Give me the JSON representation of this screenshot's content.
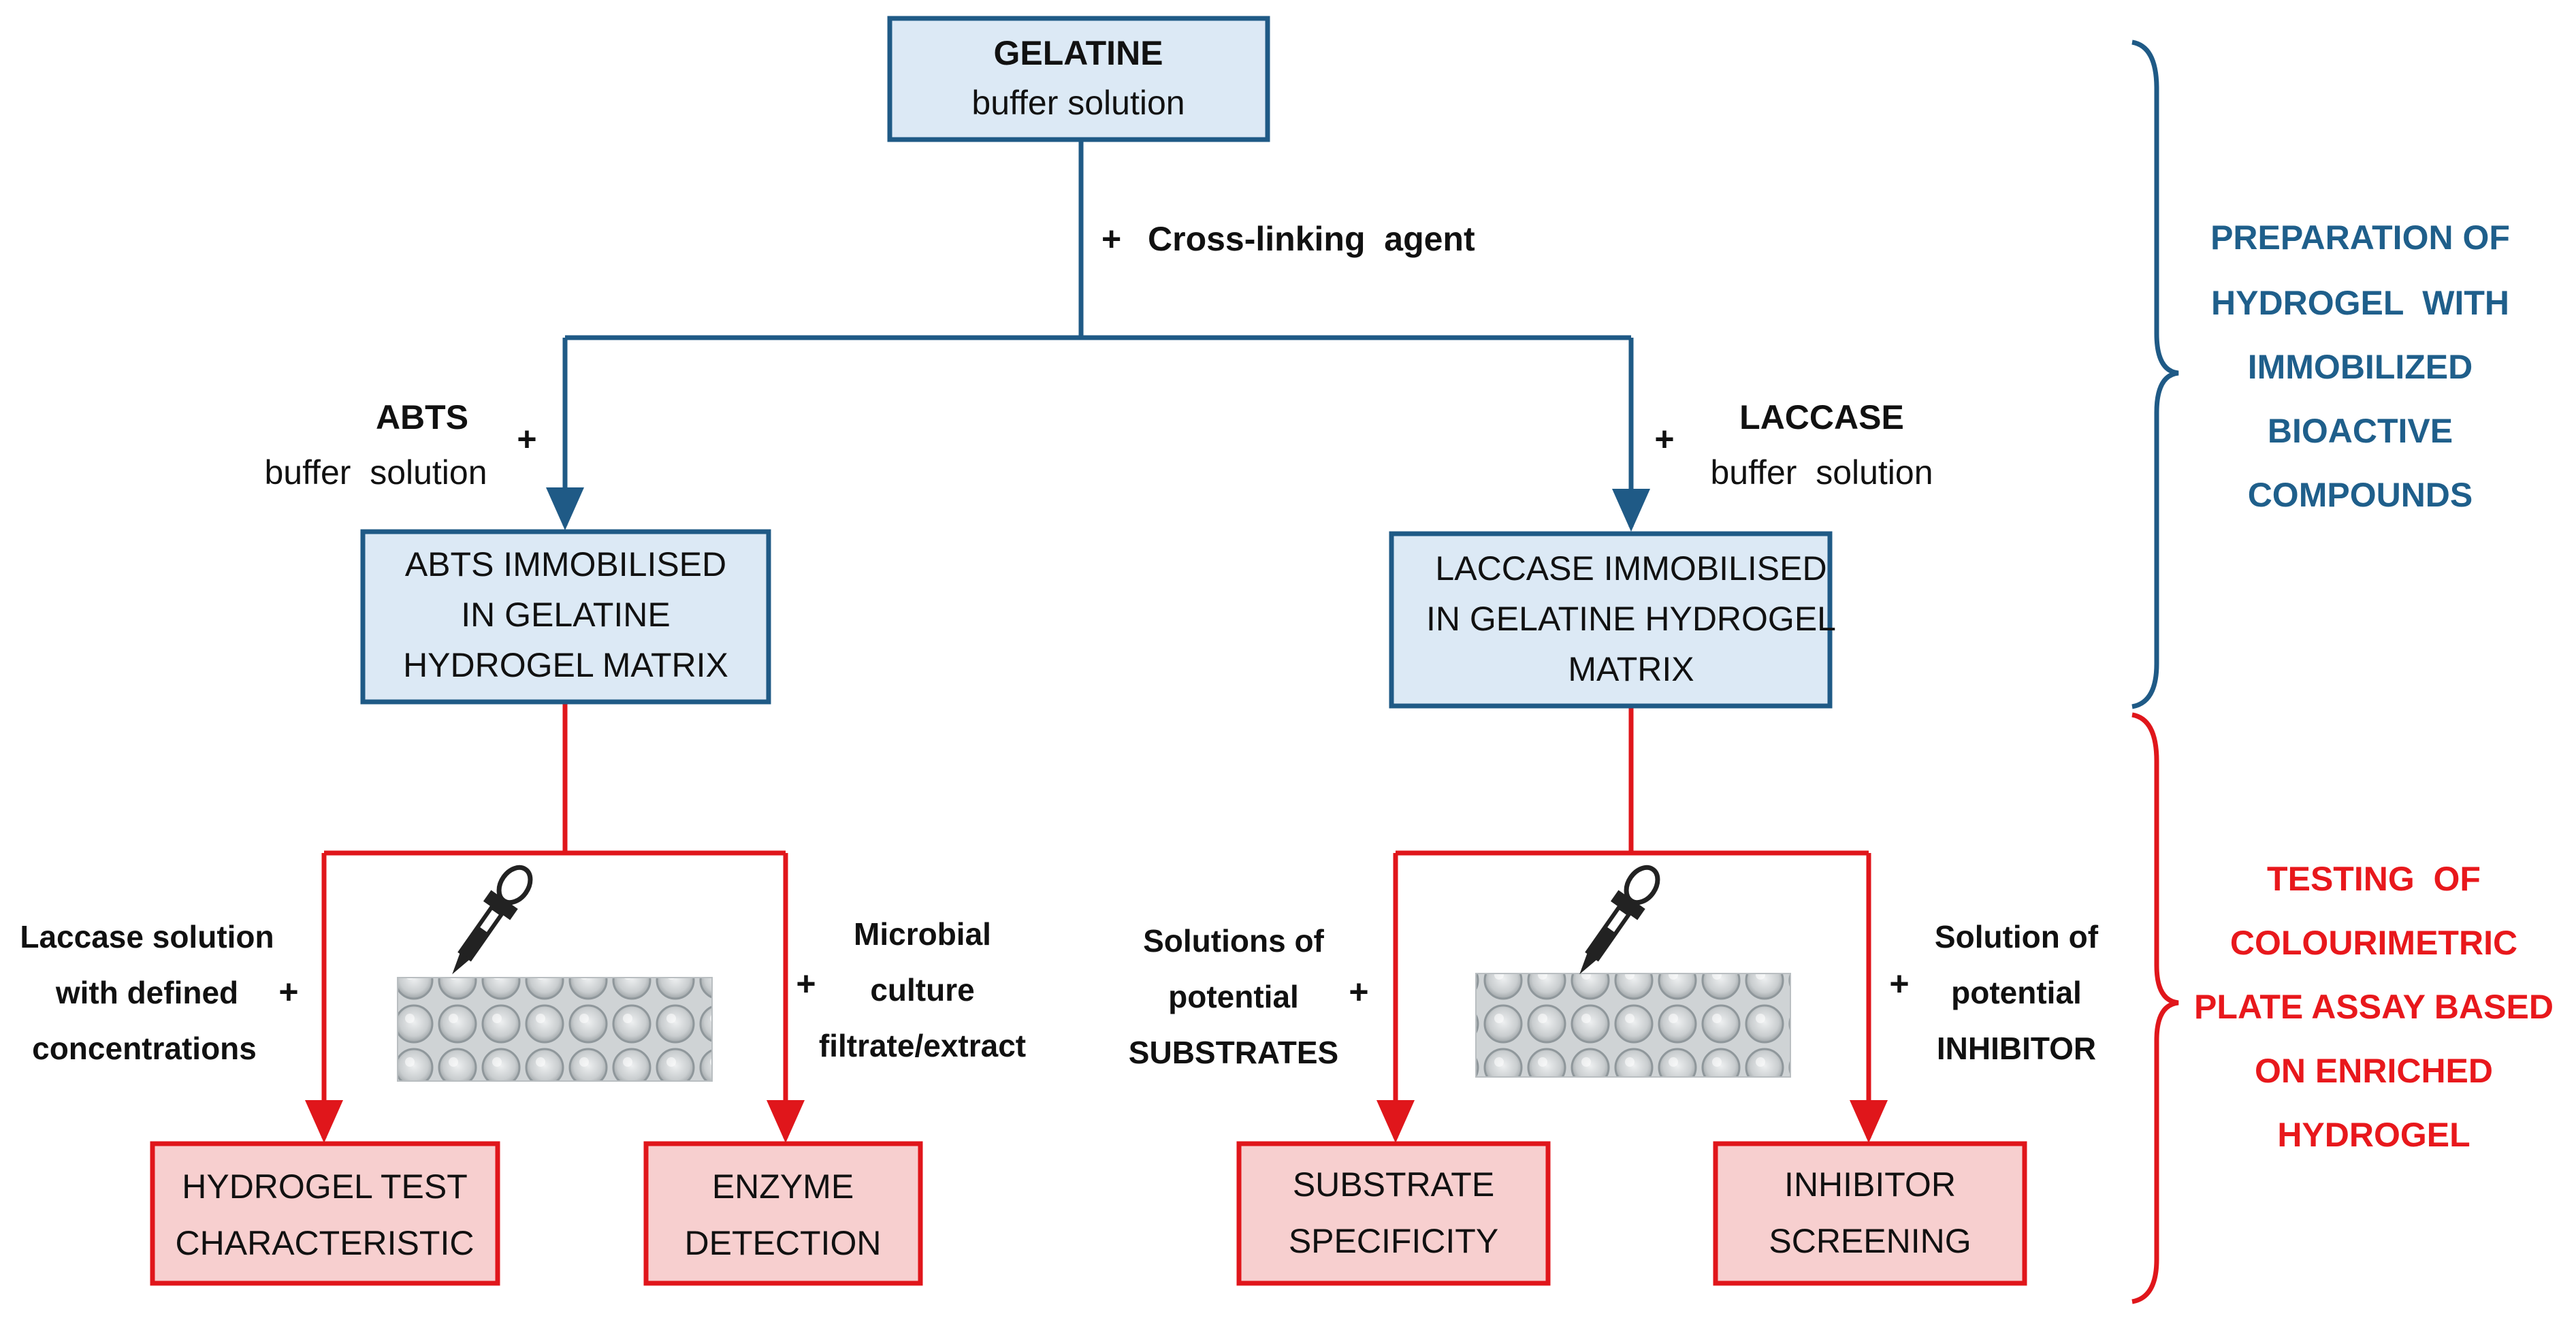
{
  "colors": {
    "blue_line": "#1f5a86",
    "blue_fill": "#dce9f5",
    "blue_text": "#1f5f8b",
    "red_line": "#e0161b",
    "red_fill": "#f7cfcf",
    "red_text": "#e8181c",
    "text": "#111111"
  },
  "top_box": {
    "title": "GELATINE",
    "subtitle": "buffer solution"
  },
  "crosslink": {
    "plus": "+",
    "label": "Cross-linking  agent"
  },
  "left_branch": {
    "reagent": "ABTS",
    "reagent_sub": "buffer  solution",
    "plus": "+",
    "box_lines": [
      "ABTS IMMOBILISED",
      "IN GELATINE",
      "HYDROGEL MATRIX"
    ],
    "left_label_lines": [
      "Laccase solution",
      "with defined",
      "concentrations"
    ],
    "left_plus": "+",
    "right_label_lines": [
      "Microbial",
      "culture",
      "filtrate/extract"
    ],
    "right_plus": "+",
    "result_left_lines": [
      "HYDROGEL TEST",
      "CHARACTERISTIC"
    ],
    "result_right_lines": [
      "ENZYME",
      "DETECTION"
    ]
  },
  "right_branch": {
    "reagent": "LACCASE",
    "reagent_sub": "buffer  solution",
    "plus": "+",
    "box_lines": [
      "LACCASE IMMOBILISED",
      "IN GELATINE HYDROGEL",
      "MATRIX"
    ],
    "left_label_lines": [
      "Solutions of",
      "potential",
      "SUBSTRATES"
    ],
    "left_plus": "+",
    "right_label_lines": [
      "Solution of",
      "potential",
      "INHIBITOR"
    ],
    "right_plus": "+",
    "result_left_lines": [
      "SUBSTRATE",
      "SPECIFICITY"
    ],
    "result_right_lines": [
      "INHIBITOR",
      "SCREENING"
    ]
  },
  "stage_preparation_lines": [
    "PREPARATION OF",
    "HYDROGEL  WITH",
    "IMMOBILIZED",
    "BIOACTIVE",
    "COMPOUNDS"
  ],
  "stage_testing_lines": [
    "TESTING  OF",
    "COLOURIMETRIC",
    "PLATE ASSAY BASED",
    "ON ENRICHED",
    "HYDROGEL"
  ]
}
